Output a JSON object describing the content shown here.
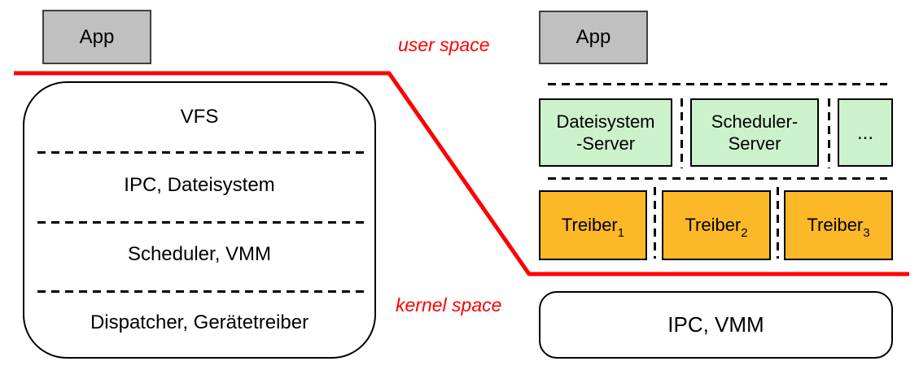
{
  "colors": {
    "boundary_red": "#ff0000",
    "app_fill": "#c0c0c0",
    "server_fill": "#ccf2cc",
    "driver_fill": "#fdb827"
  },
  "monolithic": {
    "app_label": "App",
    "layers": [
      "VFS",
      "IPC, Dateisystem",
      "Scheduler, VMM",
      "Dispatcher, Gerätetreiber"
    ]
  },
  "boundary": {
    "user_space_label": "user space",
    "kernel_space_label": "kernel space"
  },
  "microkernel": {
    "app_label": "App",
    "servers": [
      {
        "line1": "Dateisystem",
        "line2": "-Server"
      },
      {
        "line1": "Scheduler-",
        "line2": "Server"
      },
      {
        "line1": "..."
      }
    ],
    "drivers": [
      {
        "name": "Treiber",
        "sub": "1"
      },
      {
        "name": "Treiber",
        "sub": "2"
      },
      {
        "name": "Treiber",
        "sub": "3"
      }
    ],
    "kernel_label": "IPC, VMM"
  }
}
